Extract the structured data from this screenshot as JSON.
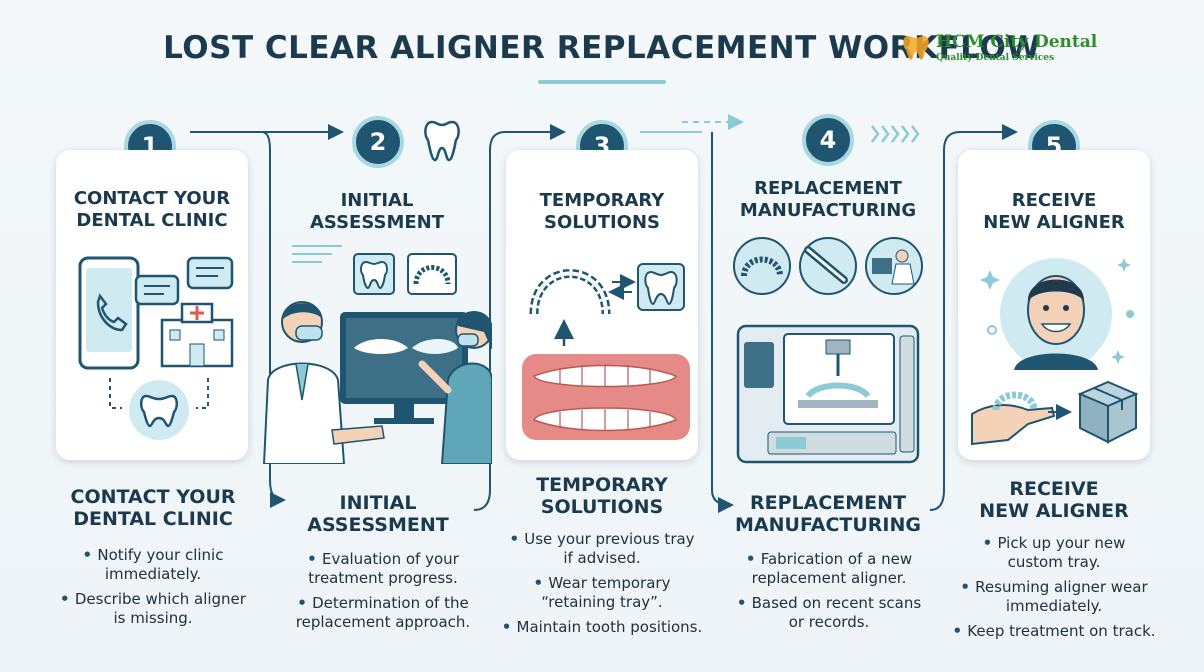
{
  "header": {
    "title": "LOST CLEAR ALIGNER REPLACEMENT WORKFLOW",
    "logo_name": "HCM City Dental",
    "logo_tagline": "Quality Dental Services"
  },
  "colors": {
    "navy": "#1f5570",
    "teal": "#8ccad6",
    "green": "#2e8b2e"
  },
  "steps": [
    {
      "number": "1",
      "card_title": "CONTACT YOUR\nDENTAL CLINIC",
      "title": "CONTACT YOUR\nDENTAL CLINIC",
      "bullets": [
        "Notify your clinic\nimmediately.",
        "Describe which aligner\nis missing."
      ],
      "icons": [
        "phone-icon",
        "chat-icon",
        "clinic-building-icon",
        "tooth-icon"
      ]
    },
    {
      "number": "2",
      "card_title": "INITIAL\nASSESSMENT",
      "title": "INITIAL\nASSESSMENT",
      "bullets": [
        "Evaluation of your\ntreatment progress.",
        "Determination of the\nreplacement approach."
      ],
      "icons": [
        "dentist-icon",
        "monitor-icon",
        "tooth-icon",
        "aligner-icon"
      ]
    },
    {
      "number": "3",
      "card_title": "TEMPORARY\nSOLUTIONS",
      "title": "TEMPORARY\nSOLUTIONS",
      "bullets": [
        "Use your previous tray\nif advised.",
        "Wear temporary\n“retaining tray”.",
        "Maintain tooth positions."
      ],
      "icons": [
        "aligner-icon",
        "tooth-icon",
        "teeth-smile-icon"
      ]
    },
    {
      "number": "4",
      "card_title": "REPLACEMENT\nMANUFACTURING",
      "title": "REPLACEMENT\nMANUFACTURING",
      "bullets": [
        "Fabrication of a new\nreplacement aligner.",
        "Based on recent scans\nor records."
      ],
      "icons": [
        "aligner-icon",
        "scanner-icon",
        "technician-icon",
        "3d-printer-icon"
      ]
    },
    {
      "number": "5",
      "card_title": "RECEIVE\nNEW ALIGNER",
      "title": "RECEIVE\nNEW ALIGNER",
      "bullets": [
        "Pick up your new\ncustom tray.",
        "Resuming aligner wear\nimmediately.",
        "Keep treatment on track."
      ],
      "icons": [
        "patient-icon",
        "hand-aligner-icon",
        "package-icon"
      ]
    }
  ]
}
